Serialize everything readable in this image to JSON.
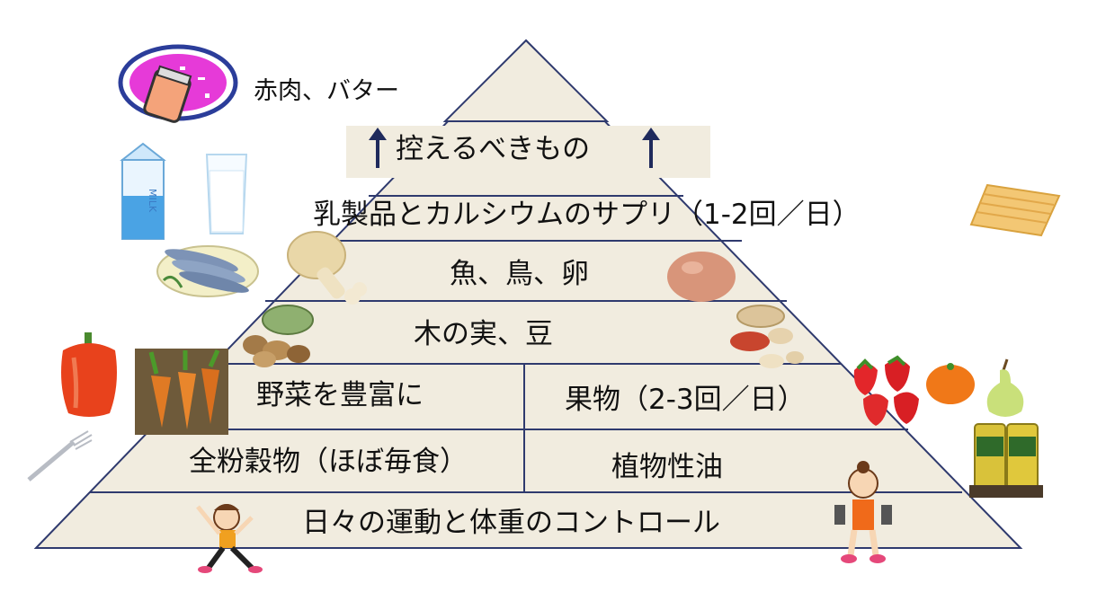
{
  "pyramid": {
    "top_note": "赤肉、バター",
    "tiers": {
      "limit": "控えるべきもの",
      "dairy": "乳製品とカルシウムのサプリ（1-2回／日）",
      "protein": "魚、鳥、卵",
      "nuts": "木の実、豆",
      "vegetables": "野菜を豊富に",
      "fruit": "果物（2-3回／日）",
      "grains": "全粉穀物（ほぼ毎食）",
      "oil": "植物性油",
      "base": "日々の運動と体重のコントロール"
    }
  },
  "colors": {
    "pyramid_fill": "#f1ecdf",
    "line": "#2f3a6e",
    "arrow": "#1f2a5c"
  },
  "icons": [
    "red-meat-butter-plate-icon",
    "milk-carton-icon",
    "milk-glass-icon",
    "fish-plate-icon",
    "chicken-leg-icon",
    "egg-icon",
    "nuts-icon",
    "peanuts-icon",
    "bell-pepper-icon",
    "carrots-icon",
    "fork-icon",
    "strawberries-icon",
    "orange-icon",
    "pear-icon",
    "oil-bottles-icon",
    "supplement-tablets-icon",
    "exercising-girl-icon",
    "dumbbell-girl-icon"
  ]
}
